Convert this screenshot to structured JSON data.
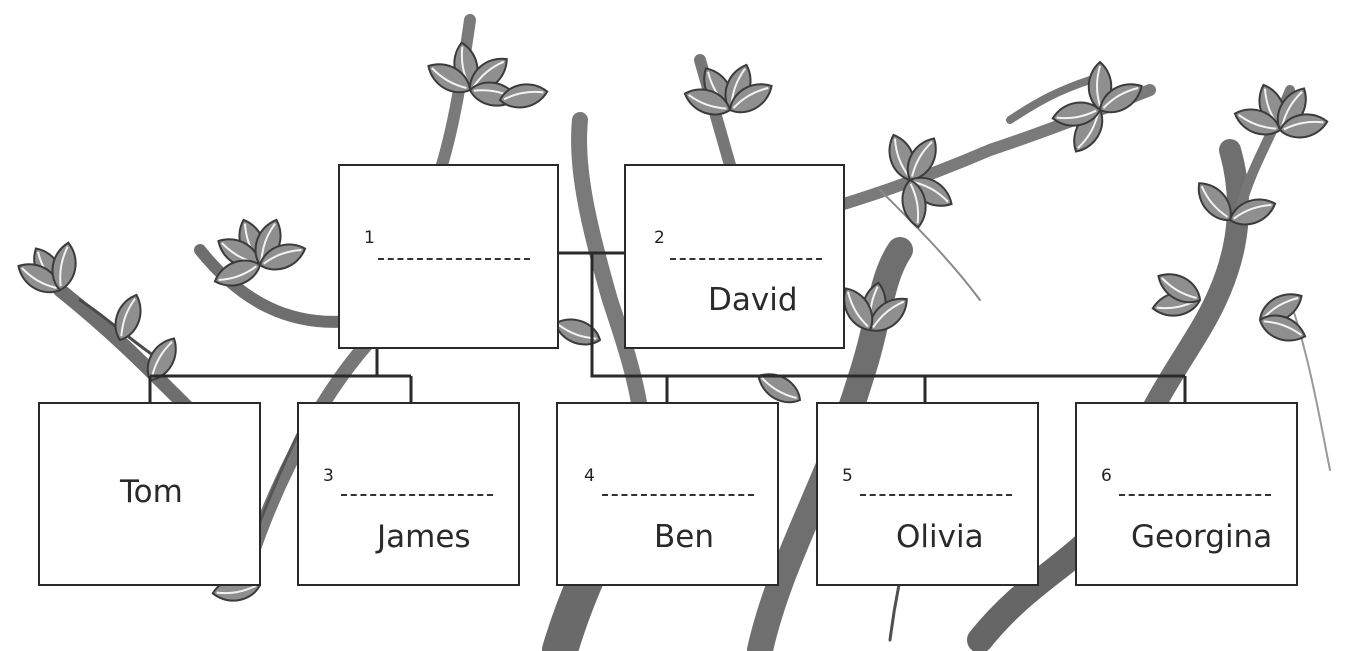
{
  "family_tree": {
    "parents": [
      {
        "number": "1",
        "name": ""
      },
      {
        "number": "2",
        "name": "David"
      }
    ],
    "children": [
      {
        "number": "",
        "name": "Tom"
      },
      {
        "number": "3",
        "name": "James"
      },
      {
        "number": "4",
        "name": "Ben"
      },
      {
        "number": "5",
        "name": "Olivia"
      },
      {
        "number": "6",
        "name": "Georgina"
      }
    ]
  }
}
